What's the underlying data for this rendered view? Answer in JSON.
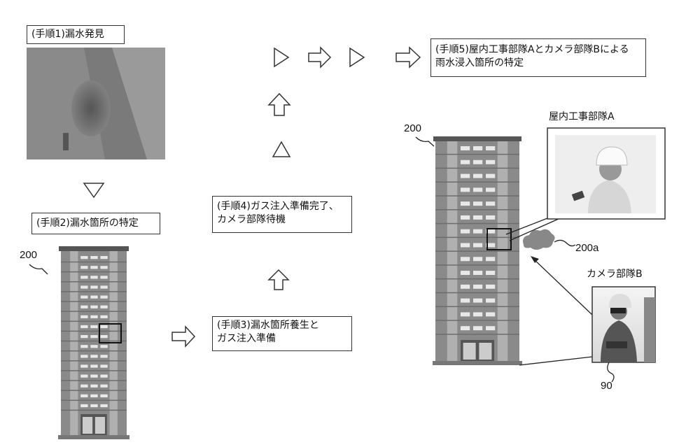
{
  "steps": {
    "step1": "(手順1)漏水発見",
    "step2": "(手順2)漏水箇所の特定",
    "step3_line1": "(手順3)漏水箇所養生と",
    "step3_line2": "ガス注入準備",
    "step4_line1": "(手順4)ガス注入準備完了、",
    "step4_line2": "カメラ部隊待機",
    "step5_line1": "(手順5)屋内工事部隊Aとカメラ部隊Bによる",
    "step5_line2": "雨水浸入箇所の特定"
  },
  "labels": {
    "building_ref_1": "200",
    "building_ref_2": "200",
    "indoor_team": "屋内工事部隊A",
    "camera_team": "カメラ部隊B",
    "gas_ref": "200a",
    "camera_ref": "90"
  },
  "colors": {
    "building": "#8a8a8a",
    "pillar": "#b0b0b0",
    "roof": "#555555",
    "window": "#e8e8e8"
  }
}
